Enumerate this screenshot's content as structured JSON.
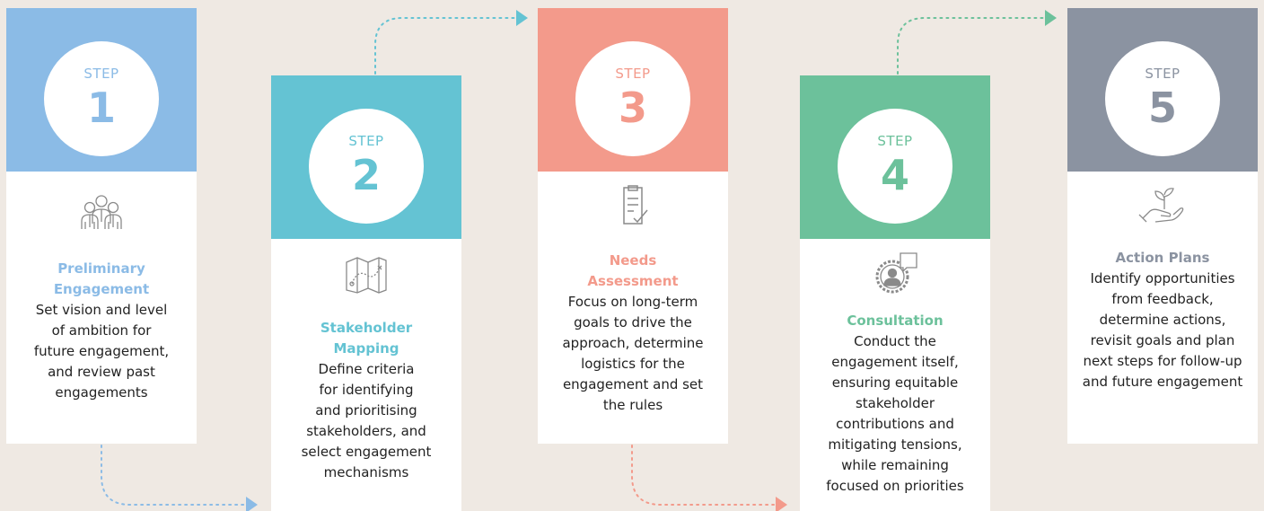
{
  "step_word": "STEP",
  "colors": {
    "background": "#efe9e3",
    "step1": "#8bbbe6",
    "step2": "#64c3d3",
    "step3": "#f39a8b",
    "step4": "#6cc19b",
    "step5": "#8b93a1",
    "icon": "#8a8a8a",
    "text": "#222222"
  },
  "steps": [
    {
      "number": "1",
      "icon": "people-group-icon",
      "title": "Preliminary Engagement",
      "title_lines": [
        "Preliminary",
        "Engagement"
      ],
      "description": "Set vision and level of ambition for future engagement, and review past engagements",
      "description_lines": [
        "Set vision and level",
        "of ambition for",
        "future engagement,",
        "and review past",
        "engagements"
      ]
    },
    {
      "number": "2",
      "icon": "map-icon",
      "title": "Stakeholder Mapping",
      "title_lines": [
        "Stakeholder",
        "Mapping"
      ],
      "description": "Define criteria for identifying and prioritising stakeholders, and select engagement mechanisms",
      "description_lines": [
        "Define criteria",
        "for identifying",
        "and prioritising",
        "stakeholders, and",
        "select engagement",
        "mechanisms"
      ]
    },
    {
      "number": "3",
      "icon": "clipboard-check-icon",
      "title": "Needs Assessment",
      "title_lines": [
        "Needs",
        "Assessment"
      ],
      "description": "Focus on long-term goals to drive the approach, determine logistics for the engagement and set the rules",
      "description_lines": [
        "Focus on long-term",
        "goals to drive the",
        "approach, determine",
        "logistics for the",
        "engagement and set",
        "the rules"
      ]
    },
    {
      "number": "4",
      "icon": "person-speech-gear-icon",
      "title": "Consultation",
      "title_lines": [
        "Consultation"
      ],
      "description": "Conduct the engagement itself, ensuring equitable stakeholder contributions and mitigating tensions, while remaining focused on priorities",
      "description_lines": [
        "Conduct the",
        "engagement itself,",
        "ensuring equitable",
        "stakeholder",
        "contributions and",
        "mitigating tensions,",
        "while remaining",
        "focused on priorities"
      ]
    },
    {
      "number": "5",
      "icon": "hand-plant-icon",
      "title": "Action Plans",
      "title_lines": [
        "Action Plans"
      ],
      "description": "Identify opportunities from feedback, determine actions, revisit goals and plan next steps for follow-up and future engagement",
      "description_lines": [
        "Identify opportunities",
        "from feedback,",
        "determine actions,",
        "revisit goals and plan",
        "next steps for follow-up",
        "and future engagement"
      ]
    }
  ]
}
